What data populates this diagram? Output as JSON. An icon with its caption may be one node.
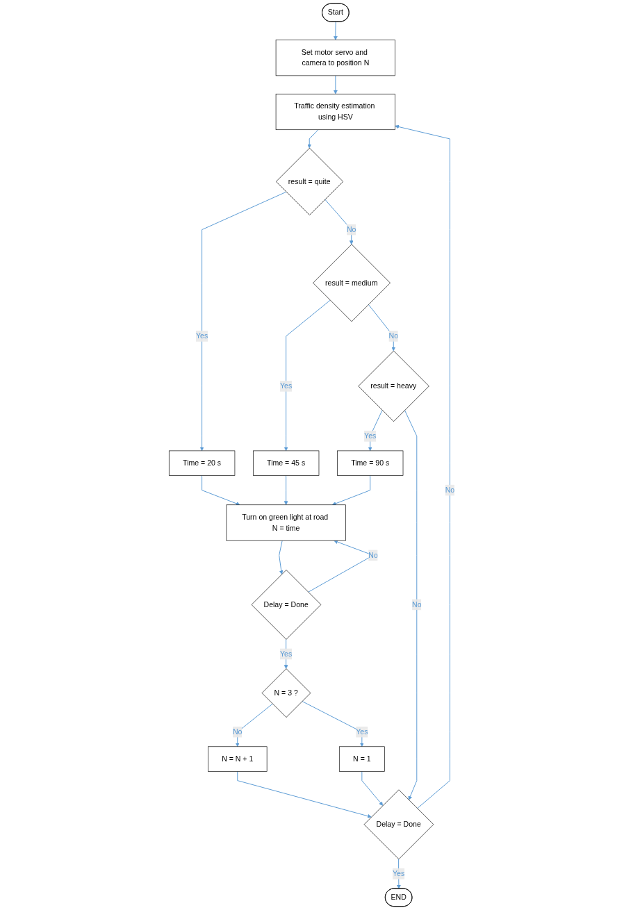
{
  "diagram": {
    "nodes": [
      {
        "text": [
          "Start"
        ]
      },
      {
        "text": [
          "Set motor servo and camera to position N"
        ]
      },
      {
        "text": [
          "Traffic density estimation using HSV"
        ]
      },
      {
        "text": [
          "result = quite"
        ]
      },
      {
        "text": [
          "Time = 20 s"
        ]
      },
      {
        "text": [
          "result = medium"
        ]
      },
      {
        "text": [
          "Time = 45 s"
        ]
      },
      {
        "text": [
          "result = heavy"
        ]
      },
      {
        "text": [
          "Time = 90 s"
        ]
      },
      {
        "text": [
          "Turn on green light at road N = time"
        ]
      },
      {
        "text": [
          "Delay = Done"
        ]
      },
      {
        "text": [
          "N = 3 ?"
        ]
      },
      {
        "text": [
          "N = N + 1"
        ]
      },
      {
        "text": [
          "N = 1"
        ]
      },
      {
        "text": [
          "Delay = Done"
        ]
      },
      {
        "text": [
          "END"
        ]
      }
    ],
    "edges": [
      {
        "from": 0,
        "to": 1,
        "arrow": "to"
      },
      {
        "from": 1,
        "to": 2,
        "arrow": "to"
      },
      {
        "from": 2,
        "to": 3,
        "arrow": "to"
      },
      {
        "from": 3,
        "to": 4,
        "arrow": "to",
        "label": "Yes"
      },
      {
        "from": 3,
        "to": 5,
        "arrow": "to",
        "label": "No"
      },
      {
        "from": 5,
        "to": 6,
        "arrow": "to",
        "label": "Yes"
      },
      {
        "from": 5,
        "to": 7,
        "arrow": "to",
        "label": "No"
      },
      {
        "from": 7,
        "to": 8,
        "arrow": "to",
        "label": "Yes"
      },
      {
        "from": 7,
        "to": 14,
        "arrow": "to",
        "label": "No"
      },
      {
        "from": 4,
        "to": 9,
        "arrow": "to"
      },
      {
        "from": 6,
        "to": 9,
        "arrow": "to"
      },
      {
        "from": 8,
        "to": 9,
        "arrow": "to"
      },
      {
        "from": 9,
        "to": 10,
        "arrow": "to"
      },
      {
        "from": 10,
        "to": 9,
        "arrow": "to",
        "label": "No"
      },
      {
        "from": 10,
        "to": 11,
        "arrow": "to",
        "label": "Yes"
      },
      {
        "from": 11,
        "to": 12,
        "arrow": "to",
        "label": "No"
      },
      {
        "from": 11,
        "to": 13,
        "arrow": "to",
        "label": "Yes"
      },
      {
        "from": 12,
        "to": 14,
        "arrow": "to"
      },
      {
        "from": 13,
        "to": 14,
        "arrow": "to"
      },
      {
        "from": 14,
        "to": 2,
        "arrow": "to",
        "label": "No"
      },
      {
        "from": 14,
        "to": 15,
        "arrow": "to",
        "label": "Yes"
      }
    ]
  }
}
